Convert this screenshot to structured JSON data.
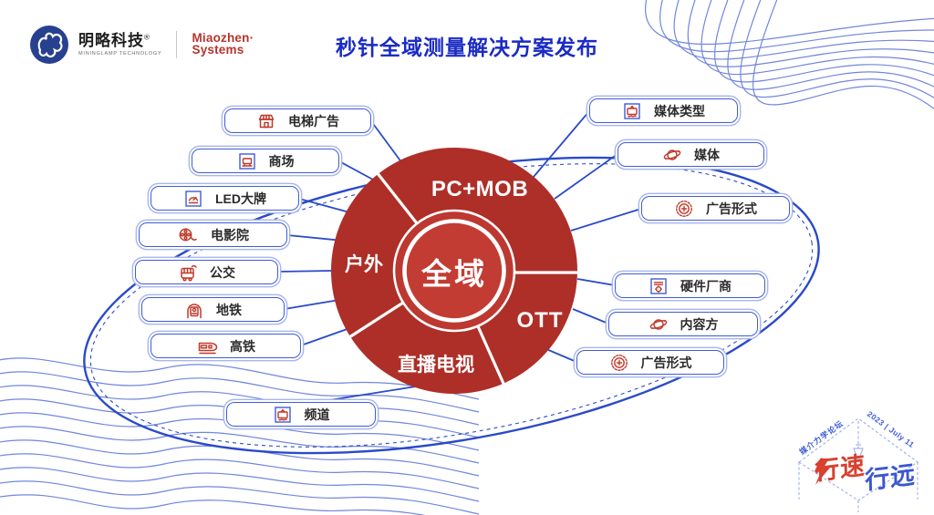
{
  "page": {
    "title": "秒针全域测量解决方案发布"
  },
  "brand": {
    "company_cn": "明略科技",
    "registered_mark": "®",
    "company_en": "MININGLAMP TECHNOLOGY",
    "partner_line1": "Miaozhen·",
    "partner_line2": "Systems",
    "logo_icon": "mininglamp-logo-icon",
    "brand_navy": "#27418f",
    "brand_red": "#b5352c"
  },
  "diagram": {
    "center": {
      "label": "全域"
    },
    "sectors": [
      {
        "id": "pc-mob",
        "label": "PC+MOB"
      },
      {
        "id": "outdoor",
        "label": "户外"
      },
      {
        "id": "ott",
        "label": "OTT"
      },
      {
        "id": "live-tv",
        "label": "直播电视"
      }
    ],
    "left_nodes": [
      {
        "label": "电梯广告",
        "icon": "storefront-icon"
      },
      {
        "label": "商场",
        "icon": "mall-icon"
      },
      {
        "label": "LED大牌",
        "icon": "led-billboard-icon"
      },
      {
        "label": "电影院",
        "icon": "film-reel-icon"
      },
      {
        "label": "公交",
        "icon": "bus-icon"
      },
      {
        "label": "地铁",
        "icon": "metro-icon"
      },
      {
        "label": "高铁",
        "icon": "train-icon"
      },
      {
        "label": "频道",
        "icon": "tv-channel-icon"
      }
    ],
    "right_nodes": [
      {
        "label": "媒体类型",
        "icon": "tv-channel-icon"
      },
      {
        "label": "媒体",
        "icon": "media-orbit-icon"
      },
      {
        "label": "广告形式",
        "icon": "ad-badge-icon"
      },
      {
        "label": "硬件厂商",
        "icon": "hardware-icon"
      },
      {
        "label": "内容方",
        "icon": "media-orbit-icon"
      },
      {
        "label": "广告形式",
        "icon": "ad-badge-icon"
      }
    ]
  },
  "stamp": {
    "event": "媒介力学论坛",
    "date": "2023 | July 11",
    "slogan_left": "行速",
    "slogan_right": "行远"
  },
  "colors": {
    "accent_blue": "#2a4ac9",
    "title_blue": "#1b2cc3",
    "dark_red": "#ae2f28",
    "mid_red": "#c23c33",
    "icon_red": "#c0392b",
    "pill_border_blue": "#3f5cd6"
  }
}
